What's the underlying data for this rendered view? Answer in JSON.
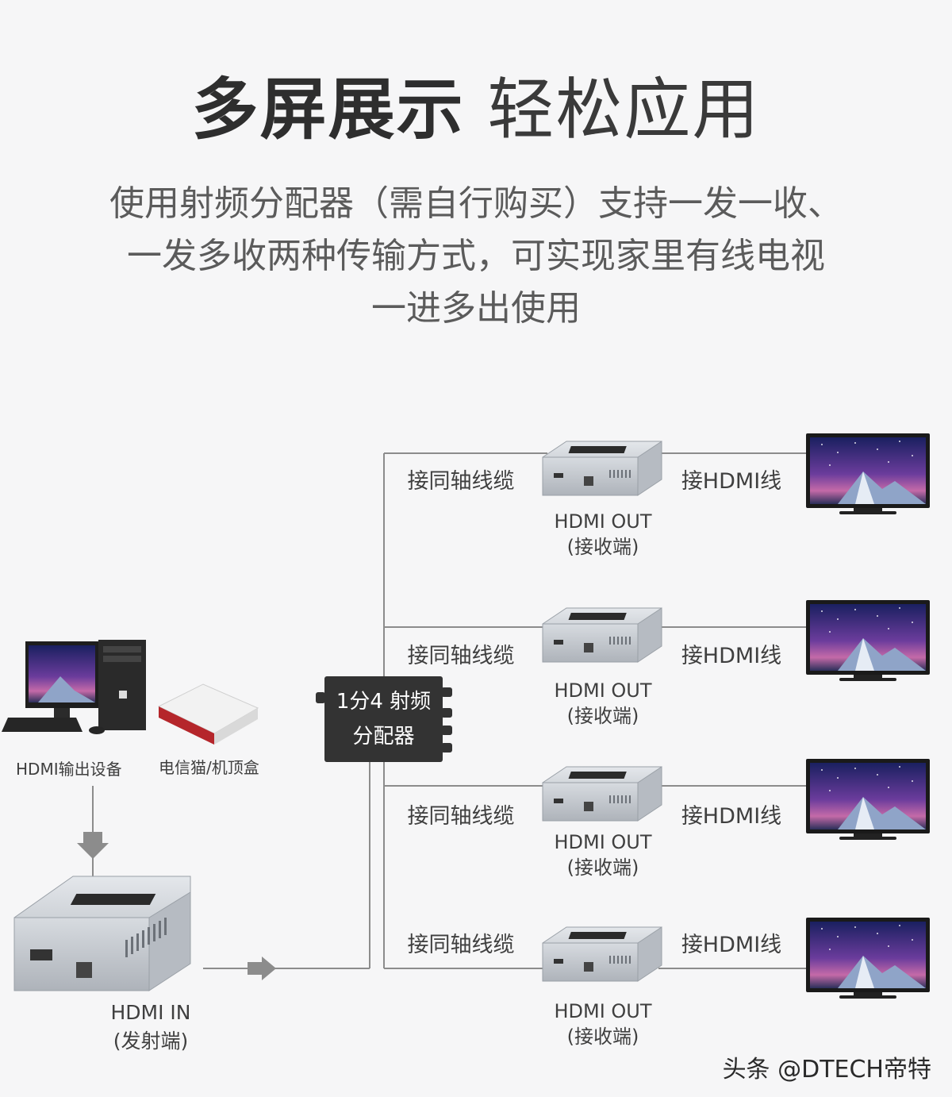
{
  "header": {
    "title_bold": "多屏展示",
    "title_light": "轻松应用",
    "subtitle_lines": [
      "使用射频分配器（需自行购买）支持一发一收、",
      "一发多收两种传输方式，可实现家里有线电视",
      "一进多出使用"
    ]
  },
  "source": {
    "hdmi_device_label": "HDMI输出设备",
    "settop_label": "电信猫/机顶盒",
    "transmitter_label": "HDMI IN",
    "transmitter_sub": "(发射端)"
  },
  "splitter": {
    "line1": "1分4 射频",
    "line2": "分配器"
  },
  "branches": [
    {
      "cable_label": "接同轴线缆",
      "hdmi_label": "接HDMI线",
      "out_label": "HDMI OUT",
      "out_sub": "(接收端)"
    },
    {
      "cable_label": "接同轴线缆",
      "hdmi_label": "接HDMI线",
      "out_label": "HDMI OUT",
      "out_sub": "(接收端)"
    },
    {
      "cable_label": "接同轴线缆",
      "hdmi_label": "接HDMI线",
      "out_label": "HDMI OUT",
      "out_sub": "(接收端)"
    },
    {
      "cable_label": "接同轴线缆",
      "hdmi_label": "接HDMI线",
      "out_label": "HDMI OUT",
      "out_sub": "(接收端)"
    }
  ],
  "watermark": "头条 @DTECH帝特",
  "colors": {
    "line": "#8c8c8c",
    "splitter": "#333333",
    "device_body": "#c9cdd2",
    "set_top_red": "#b5262b"
  }
}
